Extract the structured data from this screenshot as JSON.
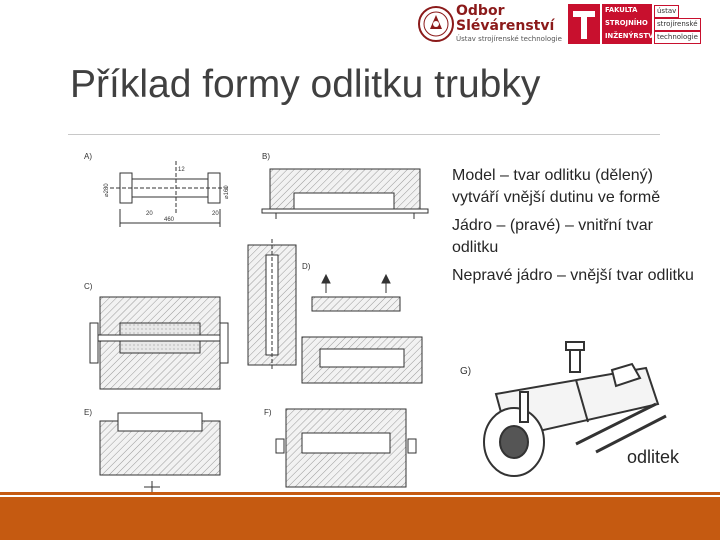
{
  "header": {
    "odbor_logo": {
      "title_line1": "Odbor",
      "title_line2": "Slévárenství",
      "subtitle": "Ústav strojírenské technologie"
    },
    "faculty_logo": {
      "line1": "FAKULTA",
      "line2": "STROJNÍHO",
      "line3": "INŽENÝRSTVÍ",
      "box1": "ústav",
      "box2": "strojírenské",
      "box3": "technologie",
      "accent_color": "#c8102e"
    }
  },
  "slide": {
    "title": "Příklad formy odlitku trubky",
    "bullets": [
      "Model – tvar odlitku (dělený) vytváří vnější dutinu ve formě",
      "Jádro – (pravé) – vnitřní tvar odlitku",
      "Nepravé jádro – vnější tvar odlitku"
    ],
    "figure_labels": [
      "A)",
      "B)",
      "C)",
      "D)",
      "E)",
      "F)",
      "G)"
    ],
    "dimension_labels": [
      "⌀280",
      "⌀160",
      "12",
      "20",
      "460",
      "20"
    ],
    "casting_label": "odlitek"
  },
  "theme": {
    "footer_color": "#c55a11",
    "title_color": "#404040"
  }
}
